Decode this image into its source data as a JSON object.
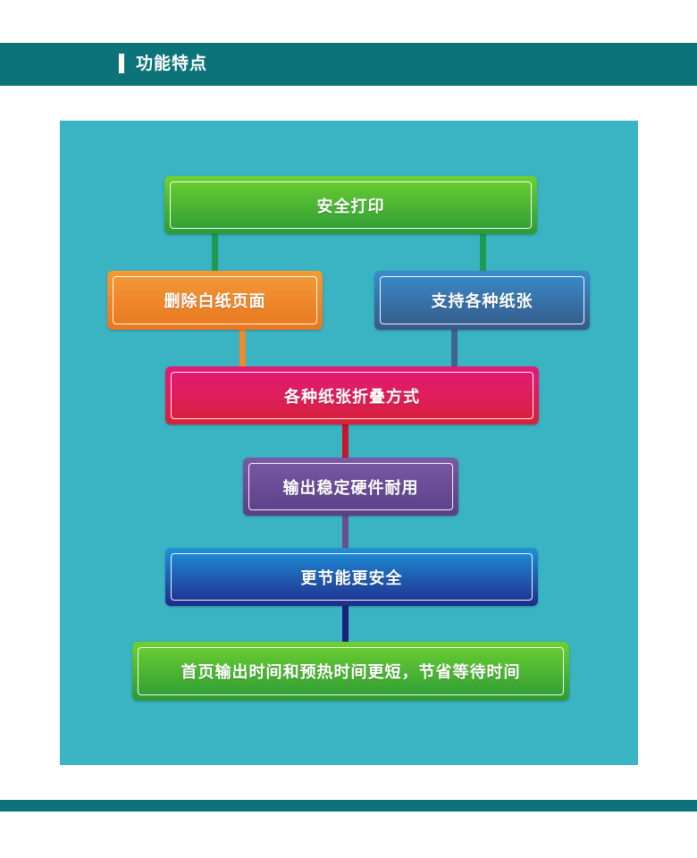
{
  "header": {
    "title": "功能特点"
  },
  "diagram": {
    "nodes": [
      {
        "id": "safe-print",
        "label": "安全打印"
      },
      {
        "id": "delete-blank",
        "label": "删除白纸页面"
      },
      {
        "id": "support-paper",
        "label": "支持各种纸张"
      },
      {
        "id": "fold-modes",
        "label": "各种纸张折叠方式"
      },
      {
        "id": "stable-output",
        "label": "输出稳定硬件耐用"
      },
      {
        "id": "energy-safe",
        "label": "更节能更安全"
      },
      {
        "id": "shorter-times",
        "label": "首页输出时间和预热时间更短，节省等待时间"
      }
    ],
    "colors": {
      "header": "#0c7478",
      "panel": "#3ab3c3",
      "green": "#49b232",
      "orange": "#ef8a2a",
      "blue": "#2f6ea8",
      "red": "#de2250",
      "purple": "#6a4d92",
      "navy": "#1f3e9a"
    }
  }
}
